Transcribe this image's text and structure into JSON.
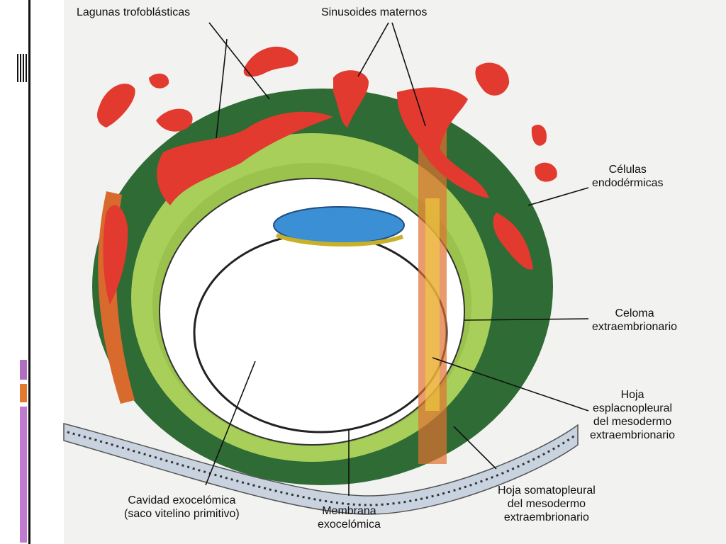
{
  "labels": {
    "lagunas": "Lagunas trofoblásticas",
    "sinusoides": "Sinusoides maternos",
    "celulas": [
      "Células",
      "endodérmicas"
    ],
    "celoma": [
      "Celoma",
      "extraembrionario"
    ],
    "esplacno": [
      "Hoja",
      "esplacnopleural",
      "del mesodermo",
      "extraembrionario"
    ],
    "somato": [
      "Hoja somatopleural",
      "del mesodermo",
      "extraembrionario"
    ],
    "membrana": [
      "Membrana",
      "exocelómica"
    ],
    "cavidad": [
      "Cavidad exocelómica",
      "(saco vitelino primitivo)"
    ]
  },
  "colors": {
    "dark_green": "#2f6b35",
    "light_green": "#a8cf5a",
    "red": "#e23a2e",
    "orange": "#e07030",
    "blue": "#3b8fd4",
    "yellow": "#f0d040"
  }
}
